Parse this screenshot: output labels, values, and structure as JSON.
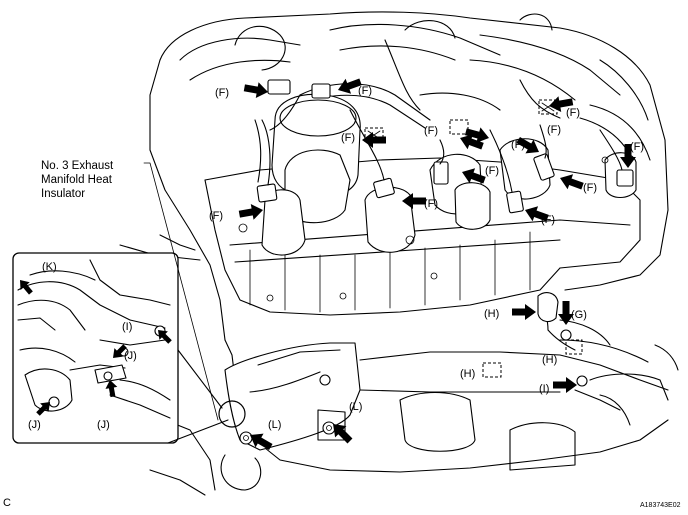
{
  "figure": {
    "corner_letter": "C",
    "figure_code": "A183743E02",
    "callout_text": [
      "No. 3 Exhaust",
      "Manifold Heat",
      "Insulator"
    ]
  },
  "labels": {
    "F": "(F)",
    "G": "(G)",
    "H": "(H)",
    "I": "(I)",
    "J": "(J)",
    "K": "(K)",
    "L": "(L)"
  }
}
